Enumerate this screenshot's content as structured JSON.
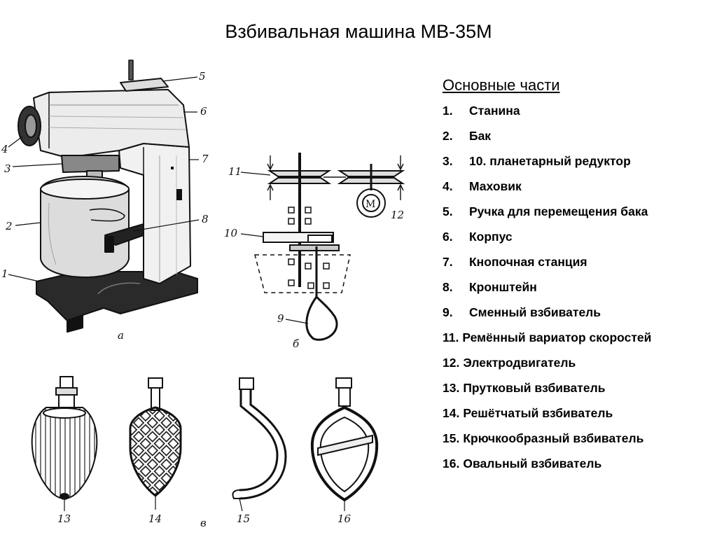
{
  "title": "Взбивальная машина МВ-35М",
  "parts_heading": "Основные части",
  "parts": [
    {
      "num": "1.",
      "label": "Станина"
    },
    {
      "num": "2.",
      "label": "Бак"
    },
    {
      "num": "3.",
      "label": "10. планетарный редуктор"
    },
    {
      "num": "4.",
      "label": "Маховик"
    },
    {
      "num": "5.",
      "label": "Ручка для перемещения бака"
    },
    {
      "num": "6.",
      "label": "Корпус"
    },
    {
      "num": "7.",
      "label": "Кнопочная станция"
    },
    {
      "num": "8.",
      "label": "Кронштейн"
    },
    {
      "num": "9.",
      "label": "Сменный взбиватель"
    },
    {
      "num": "11.",
      "label": "Ремённый вариатор скоростей"
    },
    {
      "num": "12.",
      "label": "Электродвигатель"
    },
    {
      "num": "13.",
      "label": "Прутковый взбиватель"
    },
    {
      "num": "14.",
      "label": "Решётчатый взбиватель"
    },
    {
      "num": "15.",
      "label": "Крючкообразный взбиватель"
    },
    {
      "num": "16.",
      "label": "Овальный взбиватель"
    }
  ],
  "drawing_labels": {
    "l1": "1",
    "l2": "2",
    "l3": "3",
    "l4": "4",
    "l5": "5",
    "l6": "6",
    "l7": "7",
    "l8": "8",
    "l9": "9",
    "l10": "10",
    "l11": "11",
    "l12": "12",
    "l13": "13",
    "l14": "14",
    "l15": "15",
    "l16": "16",
    "motor": "М",
    "fig_a": "а",
    "fig_b": "б",
    "fig_c": "в"
  }
}
